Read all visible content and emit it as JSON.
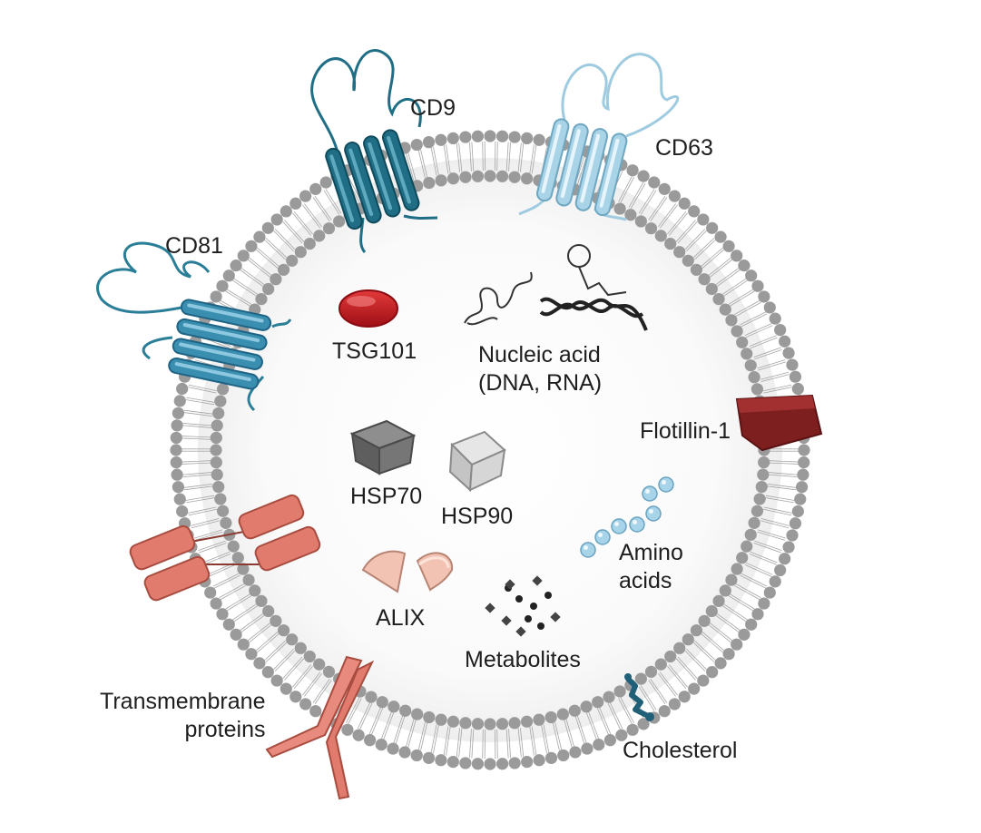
{
  "labels": {
    "cd9": "CD9",
    "cd63": "CD63",
    "cd81": "CD81",
    "tsg101": "TSG101",
    "nucleic_acid": "Nucleic acid\n(DNA, RNA)",
    "flotillin": "Flotillin-1",
    "hsp70": "HSP70",
    "hsp90": "HSP90",
    "amino_acids": "Amino\nacids",
    "alix": "ALIX",
    "metabolites": "Metabolites",
    "transmembrane": "Transmembrane\nproteins",
    "cholesterol": "Cholesterol"
  },
  "colors": {
    "lipid_head": "#9a9a9a",
    "tetraspanin_dark": "#1f6e85",
    "tetraspanin_light": "#a9d3e6",
    "tsg101": "#c0151d",
    "flotillin": "#7d1f1f",
    "hsp70": "#6b6b6b",
    "hsp90": "#c8c8c8",
    "amino_acid": "#a8d4ea",
    "alix": "#f2c3b3",
    "transmembrane": "#e07b6e",
    "cholesterol": "#1f5f78"
  },
  "icons": {
    "membrane": "lipid-bilayer-icon",
    "tsg101": "tsg101-ellipse-icon",
    "nucleic": "dna-rna-icon",
    "hsp70": "hsp70-cube-icon",
    "hsp90": "hsp90-cube-icon",
    "amino": "amino-acid-chain-icon",
    "alix": "alix-wedge-icon",
    "metabolites": "metabolite-dots-icon",
    "cholesterol": "cholesterol-icon"
  }
}
